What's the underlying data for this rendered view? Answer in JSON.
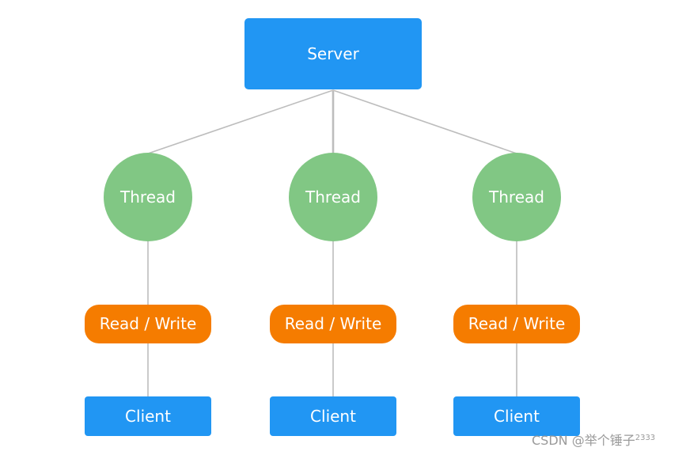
{
  "server": {
    "label": "Server"
  },
  "threads": [
    {
      "label": "Thread"
    },
    {
      "label": "Thread"
    },
    {
      "label": "Thread"
    }
  ],
  "read_write": [
    {
      "label": "Read / Write"
    },
    {
      "label": "Read / Write"
    },
    {
      "label": "Read / Write"
    }
  ],
  "clients": [
    {
      "label": "Client"
    },
    {
      "label": "Client"
    },
    {
      "label": "Client"
    }
  ],
  "watermark": {
    "text": "CSDN @举个锤子",
    "sup": "2333"
  },
  "colors": {
    "server": "#2196f3",
    "thread": "#81c784",
    "read_write": "#f57c00",
    "client": "#2196f3",
    "connector": "#bdbdbd",
    "text": "#ffffff"
  }
}
